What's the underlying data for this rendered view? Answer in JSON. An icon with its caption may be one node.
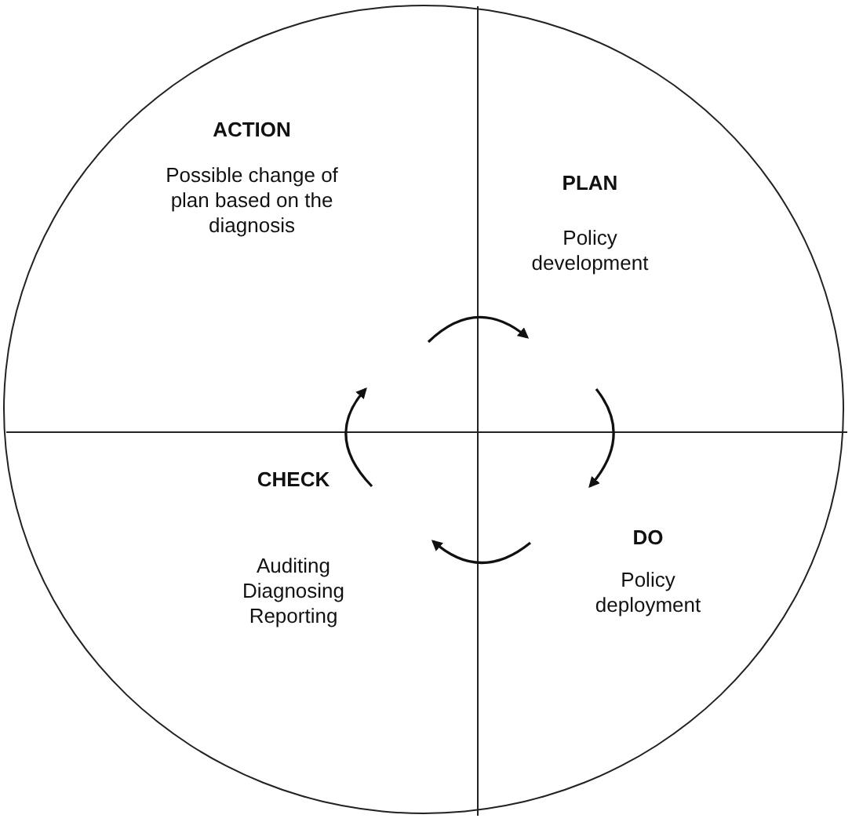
{
  "diagram": {
    "nodes": [
      {
        "text": [],
        "shape": "circle"
      },
      {
        "text": [
          "ACTION",
          "Possible change of plan based on the diagnosis"
        ],
        "in": 0
      },
      {
        "text": [
          "PLAN",
          "Policy development"
        ],
        "in": 0
      },
      {
        "text": [
          "CHECK",
          "Auditing Diagnosing Reporting"
        ],
        "in": 0
      },
      {
        "text": [
          "DO",
          "Policy deployment"
        ],
        "in": 0
      }
    ],
    "edges": [
      {
        "from": 1,
        "to": 2,
        "arrow": "to"
      },
      {
        "from": 2,
        "to": 4,
        "arrow": "to"
      },
      {
        "from": 4,
        "to": 3,
        "arrow": "to"
      },
      {
        "from": 3,
        "to": 1,
        "arrow": "to"
      }
    ]
  }
}
